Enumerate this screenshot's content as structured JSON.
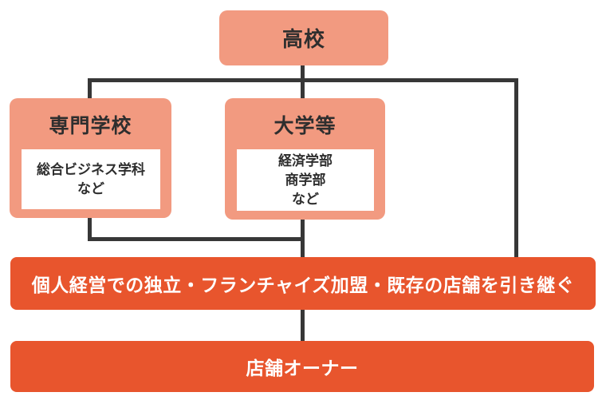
{
  "flowchart": {
    "highschool": {
      "label": "高校"
    },
    "vocational": {
      "heading": "専門学校",
      "detail": "総合ビジネス学科\nなど"
    },
    "university": {
      "heading": "大学等",
      "detail": "経済学部\n商学部\nなど"
    },
    "career_path": {
      "label": "個人経営での独立・フランチャイズ加盟・既存の店舗を引き継ぐ"
    },
    "owner": {
      "label": "店舗オーナー"
    }
  },
  "colors": {
    "node_fill": "#F29A80",
    "bar_fill": "#E8552D",
    "connector_line": "#373737",
    "text_dark": "#2E2E2E",
    "text_light": "#FFFFFF"
  }
}
